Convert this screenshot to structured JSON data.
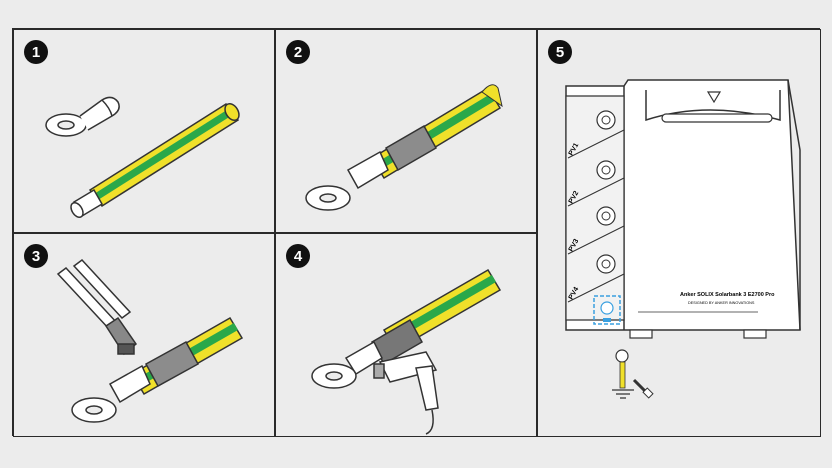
{
  "steps": [
    {
      "number": "1"
    },
    {
      "number": "2"
    },
    {
      "number": "3"
    },
    {
      "number": "4"
    },
    {
      "number": "5"
    }
  ],
  "device": {
    "ports": [
      "PV1",
      "PV2",
      "PV3",
      "PV4"
    ],
    "brand_label": "Anker SOLIX Solarbank 3 E2700 Pro",
    "sub_label": "DESIGNED BY ANKER INNOVATIONS"
  },
  "colors": {
    "cable_yellow": "#f0e02a",
    "cable_green": "#2aa84a",
    "sleeve_gray": "#8c8c8c",
    "highlight_blue": "#3aa0e0"
  }
}
